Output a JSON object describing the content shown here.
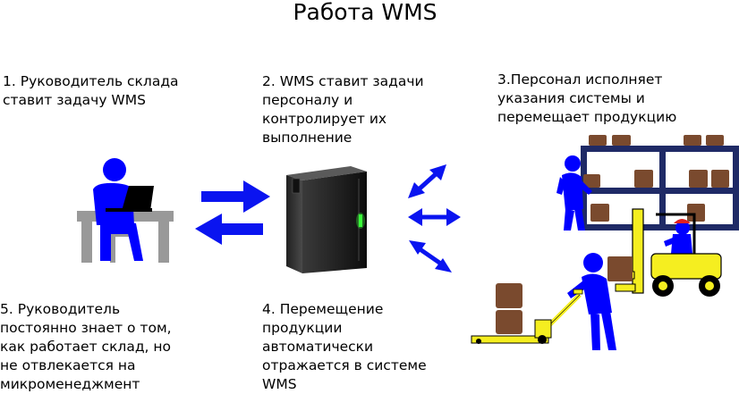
{
  "title": "Работа WMS",
  "steps": [
    {
      "lines": [
        "1. Руководитель склада",
        "ставит задачу WMS"
      ]
    },
    {
      "lines": [
        "2. WMS ставит задачи",
        "персоналу и",
        "контролирует их",
        "выполнение"
      ]
    },
    {
      "lines": [
        "3.Персонал исполняет",
        "указания системы и",
        "перемещает продукцию"
      ]
    },
    {
      "lines": [
        "4. Перемещение",
        "продукции",
        "автоматически",
        "отражается в системе",
        "WMS"
      ]
    },
    {
      "lines": [
        "5. Руководитель",
        "постоянно знает о том,",
        "как работает склад, но",
        "не отвлекается на",
        "микроменеджмент"
      ]
    }
  ],
  "colors": {
    "figure": "#0000ff",
    "arrow": "#0a14f0",
    "desk": "#999999",
    "box": "#7a4a2e",
    "rack": "#1f2a66",
    "forklift": "#f5ee20",
    "server": "#1a1a1a"
  },
  "icons": [
    "manager-icon",
    "server-icon",
    "worker-icon",
    "forklift-icon",
    "pallet-jack-icon",
    "shelving-rack-icon"
  ]
}
